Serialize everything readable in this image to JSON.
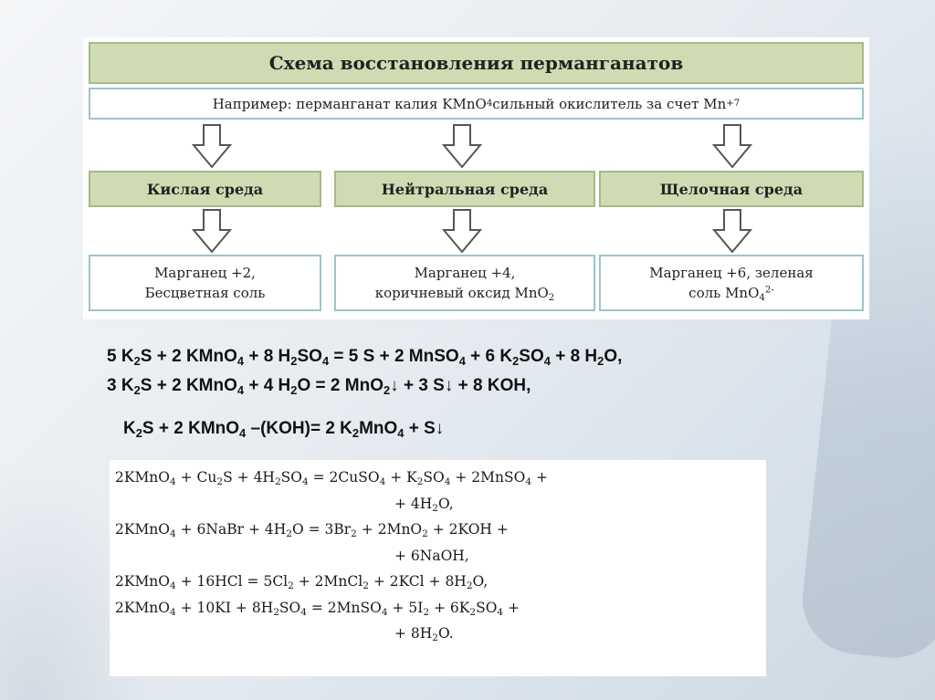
{
  "scheme": {
    "title": "Схема восстановления перманганатов",
    "example": {
      "text": "Например: перманганат калия KMnO",
      "sub": "4",
      "text2": " сильный окислитель за счет Mn",
      "sup": "+7"
    },
    "media": [
      {
        "label": "Кислая среда"
      },
      {
        "label": "Нейтральная среда"
      },
      {
        "label": "Щелочная среда"
      }
    ],
    "results": [
      {
        "line1": "Марганец +2,",
        "line2": "Бесцветная соль",
        "formula": "",
        "sub": "",
        "sup": ""
      },
      {
        "line1": "Марганец +4,",
        "line2": "коричневый оксид MnO",
        "formula": "",
        "sub": "2",
        "sup": ""
      },
      {
        "line1": "Марганец +6, зеленая",
        "line2": "соль MnO",
        "formula": "",
        "sub": "4",
        "sup": "2-"
      }
    ]
  },
  "bold_equations": [
    [
      [
        "5 K"
      ],
      [
        "2",
        "sub"
      ],
      [
        "S + 2 KMnO"
      ],
      [
        "4",
        "sub"
      ],
      [
        " + 8 H"
      ],
      [
        "2",
        "sub"
      ],
      [
        "SO"
      ],
      [
        "4",
        "sub"
      ],
      [
        " = 5 S + 2 MnSO"
      ],
      [
        "4",
        "sub"
      ],
      [
        " + 6 K"
      ],
      [
        "2",
        "sub"
      ],
      [
        "SO"
      ],
      [
        "4",
        "sub"
      ],
      [
        " + 8 H"
      ],
      [
        "2",
        "sub"
      ],
      [
        "O,"
      ]
    ],
    [
      [
        "3 K"
      ],
      [
        "2",
        "sub"
      ],
      [
        "S + 2 KMnO"
      ],
      [
        "4",
        "sub"
      ],
      [
        " + 4 H"
      ],
      [
        "2",
        "sub"
      ],
      [
        "O = 2 MnO"
      ],
      [
        "2",
        "sub"
      ],
      [
        "↓ + 3 S↓ + 8 KOH,"
      ]
    ],
    [
      [
        "K"
      ],
      [
        "2",
        "sub"
      ],
      [
        "S + 2 KMnO"
      ],
      [
        "4",
        "sub"
      ],
      [
        " –(KOH)= 2 K"
      ],
      [
        "2",
        "sub"
      ],
      [
        "MnO"
      ],
      [
        "4",
        "sub"
      ],
      [
        " + S↓"
      ]
    ]
  ],
  "equation_block": [
    {
      "cont": false,
      "parts": [
        [
          "2KMnO"
        ],
        [
          "4",
          "sub"
        ],
        [
          " + Cu"
        ],
        [
          "2",
          "sub"
        ],
        [
          "S + 4H"
        ],
        [
          "2",
          "sub"
        ],
        [
          "SO"
        ],
        [
          "4",
          "sub"
        ],
        [
          " = 2CuSO"
        ],
        [
          "4",
          "sub"
        ],
        [
          " + K"
        ],
        [
          "2",
          "sub"
        ],
        [
          "SO"
        ],
        [
          "4",
          "sub"
        ],
        [
          " + 2MnSO"
        ],
        [
          "4",
          "sub"
        ],
        [
          " +"
        ]
      ]
    },
    {
      "cont": true,
      "parts": [
        [
          "+ 4H"
        ],
        [
          "2",
          "sub"
        ],
        [
          "O,"
        ]
      ]
    },
    {
      "cont": false,
      "parts": [
        [
          "2KMnO"
        ],
        [
          "4",
          "sub"
        ],
        [
          " + 6NaBr + 4H"
        ],
        [
          "2",
          "sub"
        ],
        [
          "O = 3Br"
        ],
        [
          "2",
          "sub"
        ],
        [
          " + 2MnO"
        ],
        [
          "2",
          "sub"
        ],
        [
          " + 2KOH +"
        ]
      ]
    },
    {
      "cont": true,
      "parts": [
        [
          "+ 6NaOH,"
        ]
      ]
    },
    {
      "cont": false,
      "parts": [
        [
          "2KMnO"
        ],
        [
          "4",
          "sub"
        ],
        [
          " + 16HCl = 5Cl"
        ],
        [
          "2",
          "sub"
        ],
        [
          " + 2MnCl"
        ],
        [
          "2",
          "sub"
        ],
        [
          " + 2KCl + 8H"
        ],
        [
          "2",
          "sub"
        ],
        [
          "O,"
        ]
      ]
    },
    {
      "cont": false,
      "parts": [
        [
          "2KMnO"
        ],
        [
          "4",
          "sub"
        ],
        [
          " + 10KI + 8H"
        ],
        [
          "2",
          "sub"
        ],
        [
          "SO"
        ],
        [
          "4",
          "sub"
        ],
        [
          " = 2MnSO"
        ],
        [
          "4",
          "sub"
        ],
        [
          " + 5I"
        ],
        [
          "2",
          "sub"
        ],
        [
          " + 6K"
        ],
        [
          "2",
          "sub"
        ],
        [
          "SO"
        ],
        [
          "4",
          "sub"
        ],
        [
          " +"
        ]
      ]
    },
    {
      "cont": true,
      "parts": [
        [
          "+ 8H"
        ],
        [
          "2",
          "sub"
        ],
        [
          "O."
        ]
      ]
    }
  ],
  "colors": {
    "header_fill": "#cfdbb2",
    "header_border": "#a7b98a",
    "box_border": "#9bc5cd",
    "arrow_stroke": "#555555"
  },
  "icons": [
    "down-arrow-icon"
  ]
}
